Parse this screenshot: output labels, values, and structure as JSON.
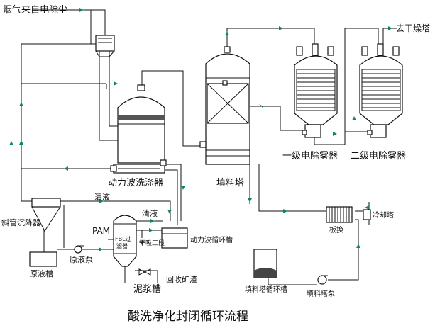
{
  "title": "酸洗净化封闭循环流程",
  "labels": {
    "flue_gas_in": "烟气来自电除尘",
    "to_drying_tower": "去干燥塔",
    "dynamic_scrubber": "动力波洗涤器",
    "packed_tower": "填料塔",
    "esp_stage1": "一级电除雾器",
    "esp_stage2": "二级电除雾器",
    "clear_liquid": "清液",
    "clear_liquid2": "清液",
    "inclined_settler": "斜管沉降器",
    "pam": "PAM",
    "fbl_filter_line1": "FBL过",
    "fbl_filter_line2": "滤器",
    "dry_section": "干吸工段",
    "dynamic_circ_tank": "动力波循环槽",
    "raw_tank": "原液槽",
    "raw_pump": "原液泵",
    "sludge_tank": "泥浆槽",
    "recover_slag": "回收矿渣",
    "packed_circ_tank": "填料塔循环槽",
    "packed_pump": "填料塔泵",
    "plate_hx": "板换",
    "cooling_tower": "冷却塔"
  },
  "colors": {
    "line": "#111111",
    "arrow": "#0a8a55",
    "background": "#ffffff"
  }
}
